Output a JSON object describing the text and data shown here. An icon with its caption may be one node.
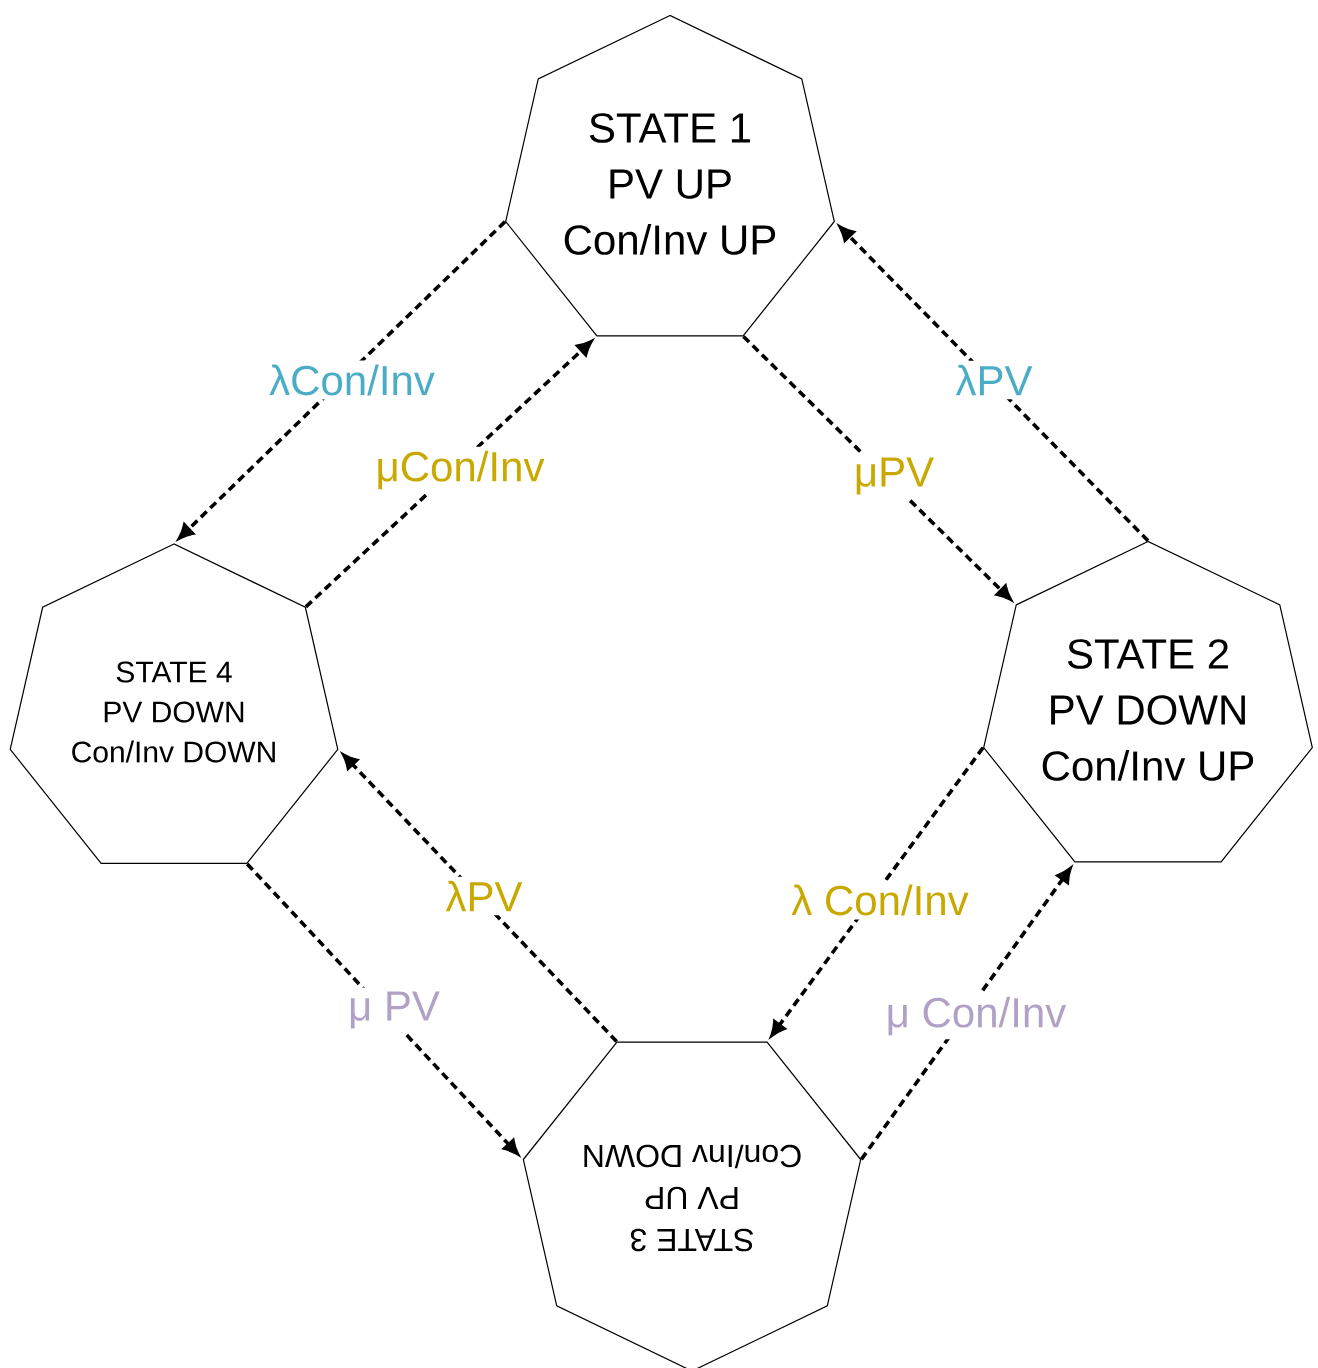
{
  "diagram": {
    "nodes": [
      {
        "text": [
          "STATE 1",
          "PV UP",
          "Con/Inv UP"
        ]
      },
      {
        "text": [
          "STATE 2",
          "PV DOWN",
          "Con/Inv UP"
        ]
      },
      {
        "text": [
          "STATE 3",
          "PV UP",
          "Con/Inv DOWN"
        ]
      },
      {
        "text": [
          "STATE 4",
          "PV DOWN",
          "Con/Inv DOWN"
        ]
      }
    ],
    "edges": [
      {
        "from": 0,
        "to": 3,
        "arrow": "to",
        "label": "λCon/Inv",
        "style": "dashed"
      },
      {
        "from": 3,
        "to": 0,
        "arrow": "to",
        "label": "μCon/Inv",
        "style": "dashed"
      },
      {
        "from": 0,
        "to": 1,
        "arrow": "to",
        "label": "μPV",
        "style": "dashed"
      },
      {
        "from": 1,
        "to": 0,
        "arrow": "to",
        "label": "λPV",
        "style": "dashed"
      },
      {
        "from": 1,
        "to": 2,
        "arrow": "to",
        "label": "λ Con/Inv",
        "style": "dashed"
      },
      {
        "from": 2,
        "to": 1,
        "arrow": "to",
        "label": "μ Con/Inv",
        "style": "dashed"
      },
      {
        "from": 3,
        "to": 2,
        "arrow": "to",
        "label": "μ PV",
        "style": "dashed"
      },
      {
        "from": 2,
        "to": 3,
        "arrow": "to",
        "label": "λPV",
        "style": "dashed"
      }
    ]
  }
}
